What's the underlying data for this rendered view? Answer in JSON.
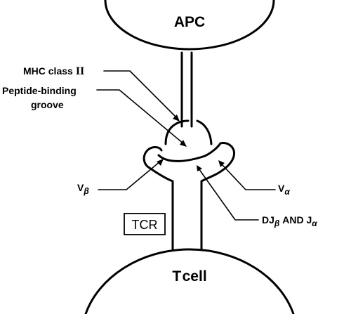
{
  "cells": {
    "top": "APC",
    "bottom_prefix": "T",
    "bottom_suffix": "cell"
  },
  "labels": {
    "mhc_main": "MHC class",
    "mhc_roman": "II",
    "peptide_line1": "Peptide-binding",
    "peptide_line2": "groove",
    "vbeta_main": "V",
    "vbeta_sub": "β",
    "valpha_main": "V",
    "valpha_sub": "α",
    "tcr": "TCR",
    "dj_part1": "DJ",
    "dj_sub1": "β",
    "dj_part2": " AND J",
    "dj_sub2": "α"
  }
}
